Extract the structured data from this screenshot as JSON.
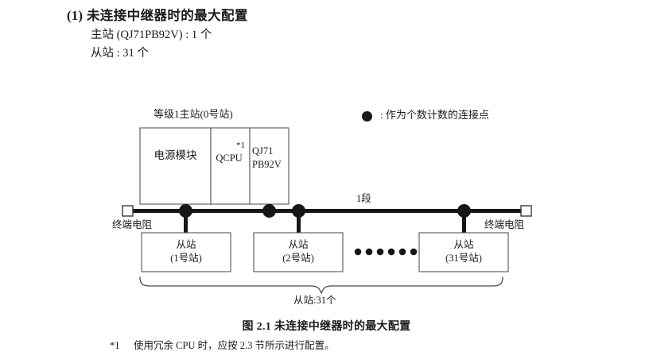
{
  "heading": {
    "number": "(1)",
    "title": "未连接中继器时的最大配置",
    "specs": [
      "主站 (QJ71PB92V) : 1 个",
      "从站 : 31 个"
    ]
  },
  "legend": {
    "symbol": "filled-circle",
    "text": ": 作为个数计数的连接点"
  },
  "diagram": {
    "master_group_label": "等级1主站(0号站)",
    "modules": [
      {
        "name": "power-module",
        "label": "电源模块"
      },
      {
        "name": "cpu-module",
        "label": "QCPU",
        "footnote_mark": "*1"
      },
      {
        "name": "network-module",
        "label_line1": "QJ71",
        "label_line2": "PB92V"
      }
    ],
    "segment_label": "1段",
    "terminator_left_label": "终端电阻",
    "terminator_right_label": "终端电阻",
    "ellipsis_dot_count": 6,
    "bus_connection_dot_count": 4,
    "slaves": [
      {
        "line1": "从站",
        "line2": "(1号站)"
      },
      {
        "line1": "从站",
        "line2": "(2号站)"
      },
      {
        "line1": "从站",
        "line2": "(31号站)"
      }
    ],
    "brace_label": "从站:31个"
  },
  "caption": "图 2.1  未连接中继器时的最大配置",
  "footnote": {
    "mark": "*1",
    "text": "使用冗余 CPU 时，应按 2.3 节所示进行配置。"
  },
  "colors": {
    "ink": "#1a1a1a",
    "box_stroke": "#555555",
    "bus": "#161616",
    "page_bg": "#ffffff"
  }
}
